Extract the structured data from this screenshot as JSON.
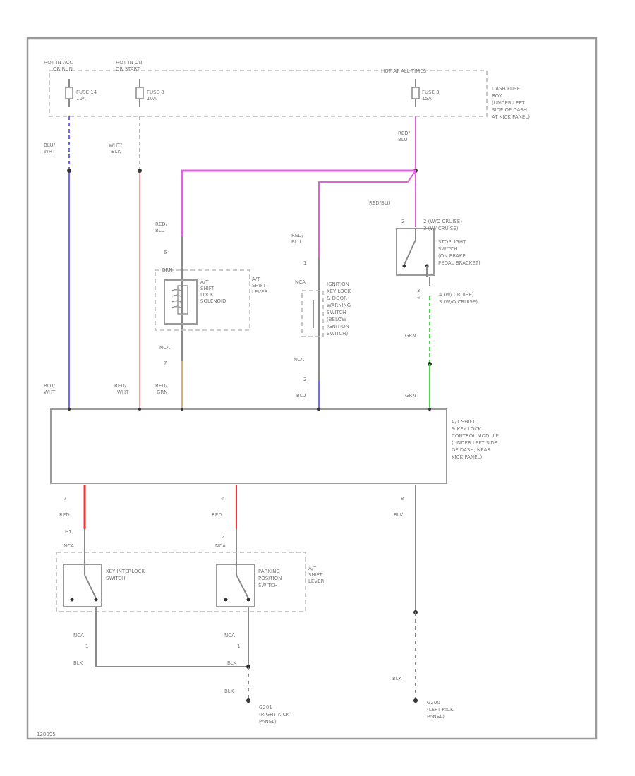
{
  "fuse_box": {
    "hot_in_acc": [
      "HOT IN ACC",
      "OR RUN"
    ],
    "hot_in_on": [
      "HOT IN ON",
      "OR START"
    ],
    "hot_at_all_times": "HOT AT ALL TIMES",
    "fuse14": [
      "FUSE 14",
      "10A"
    ],
    "fuse8": [
      "FUSE 8",
      "10A"
    ],
    "fuse3": [
      "FUSE 3",
      "15A"
    ],
    "location": [
      "DASH FUSE",
      "BOX",
      "(UNDER LEFT",
      "SIDE OF DASH,",
      "AT KICK PANEL)"
    ]
  },
  "wires": {
    "blu_wht_top": [
      "BLU/",
      "WHT"
    ],
    "wht_blk": [
      "WHT/",
      "BLK"
    ],
    "red_blu_fuse3": [
      "RED/",
      "BLU"
    ],
    "red_blu_branch": "RED/BLU",
    "red_blu_solenoid": [
      "RED/",
      "BLU"
    ],
    "red_blu_ignition": [
      "RED/",
      "BLU"
    ],
    "grn": "GRN",
    "blu_wht_bottom": [
      "BLU/",
      "WHT"
    ],
    "red_wht": [
      "RED/",
      "WHT"
    ],
    "red_grn": [
      "RED/",
      "GRN"
    ],
    "blu": "BLU",
    "grn_bottom": "GRN",
    "red_left": "RED",
    "red_mid": "RED",
    "blk_right": "BLK",
    "blk_left": "BLK",
    "blk_mid": "BLK",
    "blk_mid_lower": "BLK",
    "blk_right_lower": "BLK"
  },
  "pins": {
    "solenoid_top": "6",
    "solenoid_bottom": "7",
    "ignition_top": "1",
    "ignition_bottom": "2",
    "stoplight_top": "2",
    "stoplight_bottom": [
      "3",
      "4"
    ],
    "module_left": "7",
    "module_mid": "4",
    "module_right": "8",
    "key_top": "H1",
    "key_bottom": "1",
    "park_top": "2",
    "park_bottom": "1"
  },
  "connectors": {
    "solenoid_top": "GRN",
    "solenoid_bottom": "NCA",
    "ignition_top": "NCA",
    "ignition_bottom": "NCA",
    "key_top": "NCA",
    "key_bottom": "NCA",
    "park_top": "NCA",
    "park_bottom": "NCA"
  },
  "components": {
    "shift_lock_solenoid": [
      "A/T",
      "SHIFT",
      "LOCK",
      "SOLENOID"
    ],
    "shift_lever_top": [
      "A/T",
      "SHIFT",
      "LEVER"
    ],
    "ignition_switch": [
      "IGNITION",
      "KEY LOCK",
      "& DOOR",
      "WARNING",
      "SWITCH",
      "(BELOW",
      "IGNITION",
      "SWITCH)"
    ],
    "stoplight_switch_top": [
      "2 (W/O CRUISE)",
      "3 (W/ CRUISE)"
    ],
    "stoplight_switch": [
      "STOPLIGHT",
      "SWITCH",
      "(ON BRAKE",
      "PEDAL BRACKET)"
    ],
    "stoplight_switch_bottom": [
      "4 (W/ CRUISE)",
      "3 (W/O CRUISE)"
    ],
    "control_module": [
      "A/T SHIFT",
      "& KEY LOCK",
      "CONTROL MODULE",
      "(UNDER LEFT SIDE",
      "OF DASH, NEAR",
      "KICK PANEL)"
    ],
    "key_interlock_switch": [
      "KEY INTERLOCK",
      "SWITCH"
    ],
    "parking_position_switch": [
      "PARKING",
      "POSITION",
      "SWITCH"
    ],
    "shift_lever_bottom": [
      "A/T",
      "SHIFT",
      "LEVER"
    ]
  },
  "grounds": {
    "g201": [
      "G201",
      "(RIGHT KICK",
      "PANEL)"
    ],
    "g200": [
      "G200",
      "(LEFT KICK",
      "PANEL)"
    ]
  },
  "figure_id": "128095",
  "colors": {
    "blue": "#6b6bff",
    "pink": "#f08080",
    "magenta": "#e060e0",
    "green": "#44dd44",
    "tan": "#ddb070",
    "red": "#ff3030",
    "gray": "#8a8a8a"
  }
}
